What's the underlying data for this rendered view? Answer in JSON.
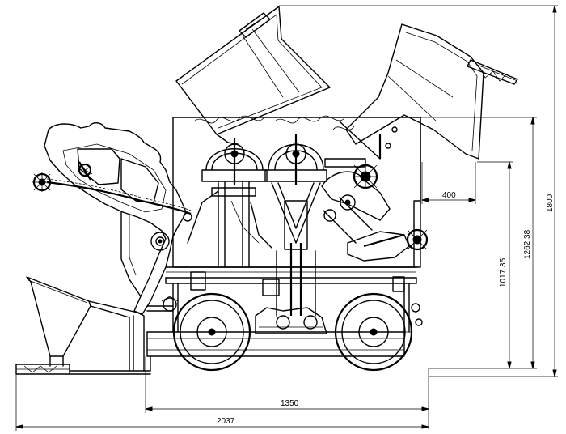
{
  "dimensions": {
    "d400": "400",
    "d1017": "1017.35",
    "d1262": "1262.38",
    "d1800": "1800",
    "d1350": "1350",
    "d2037": "2037"
  },
  "colors": {
    "line": "#000000",
    "background": "#ffffff"
  }
}
